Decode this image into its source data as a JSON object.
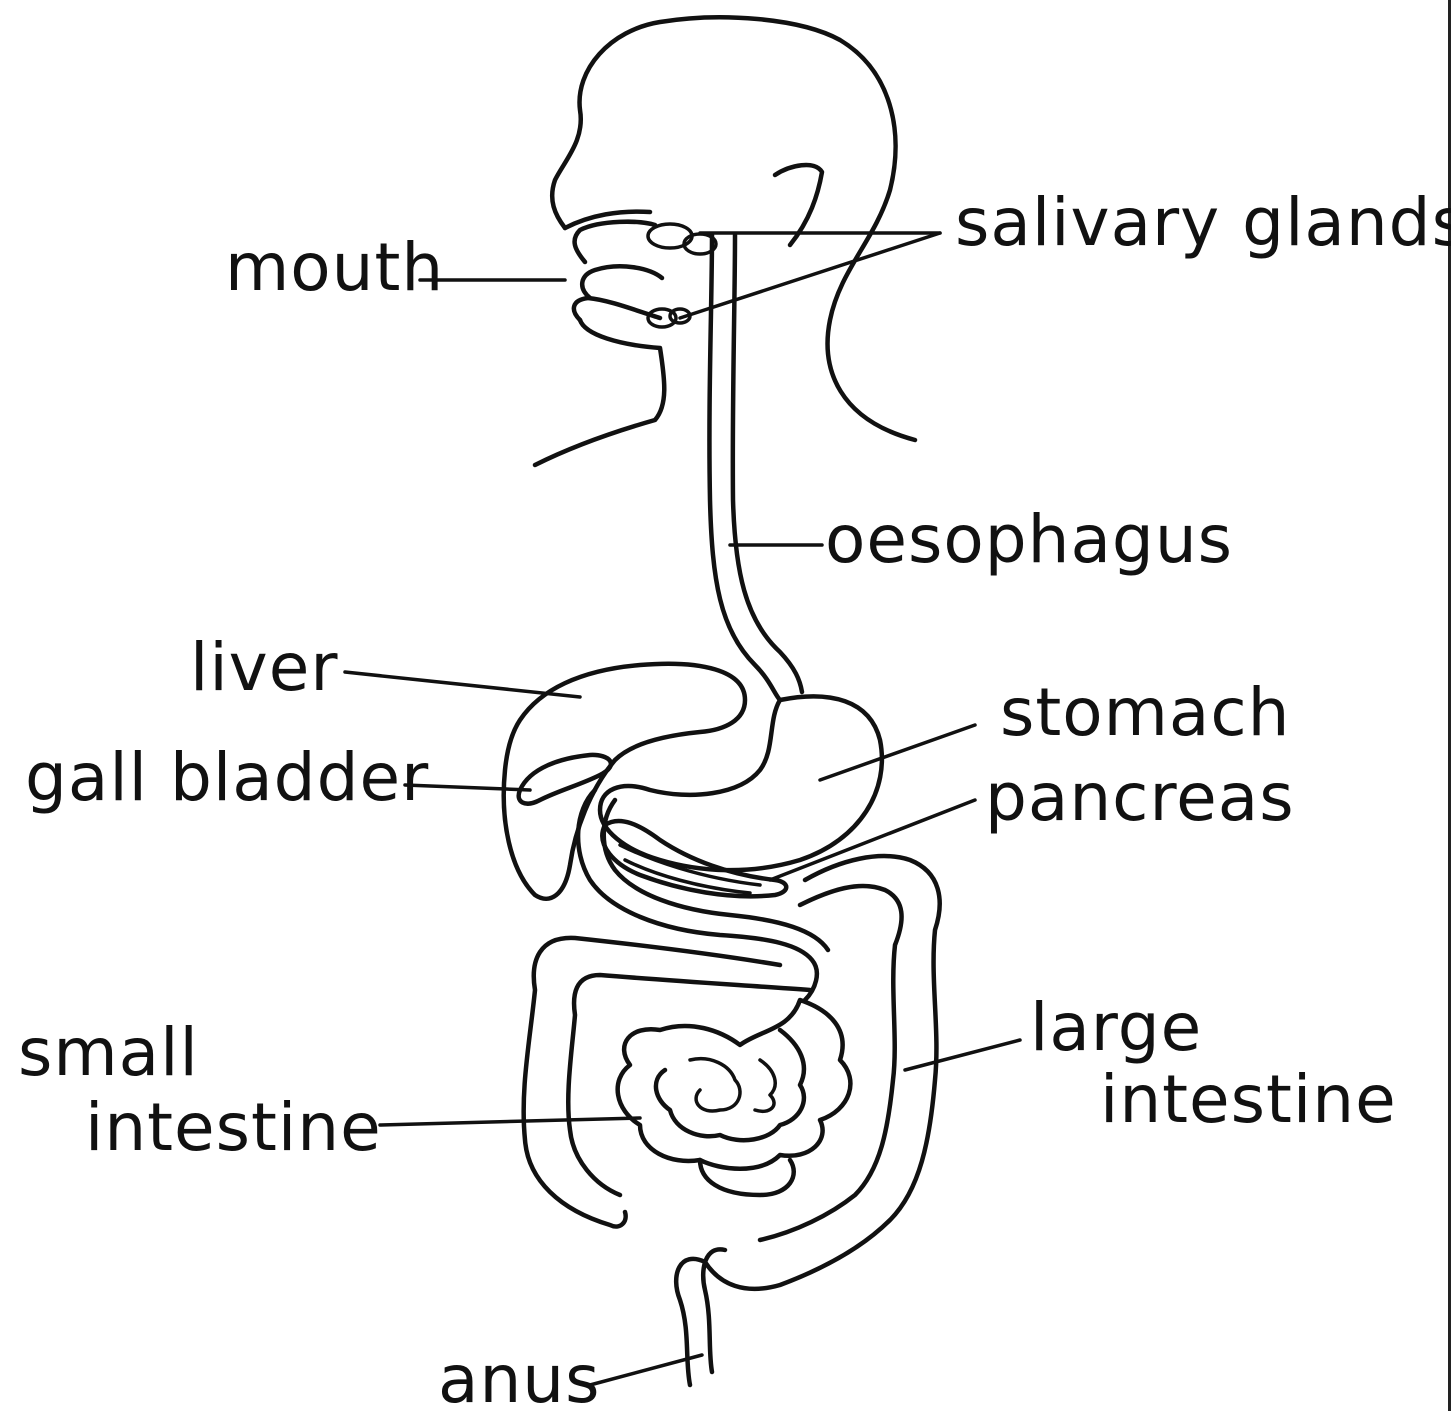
{
  "diagram": {
    "labels": {
      "mouth": "mouth",
      "salivary_glands": "salivary glands",
      "oesophagus": "oesophagus",
      "liver": "liver",
      "gall_bladder": "gall bladder",
      "stomach": "stomach",
      "pancreas": "pancreas",
      "small_intestine_line1": "small",
      "small_intestine_line2": "intestine",
      "large_intestine_line1": "large",
      "large_intestine_line2": "intestine",
      "anus": "anus"
    },
    "colors": {
      "ink": "#111111",
      "paper": "#ffffff"
    }
  }
}
